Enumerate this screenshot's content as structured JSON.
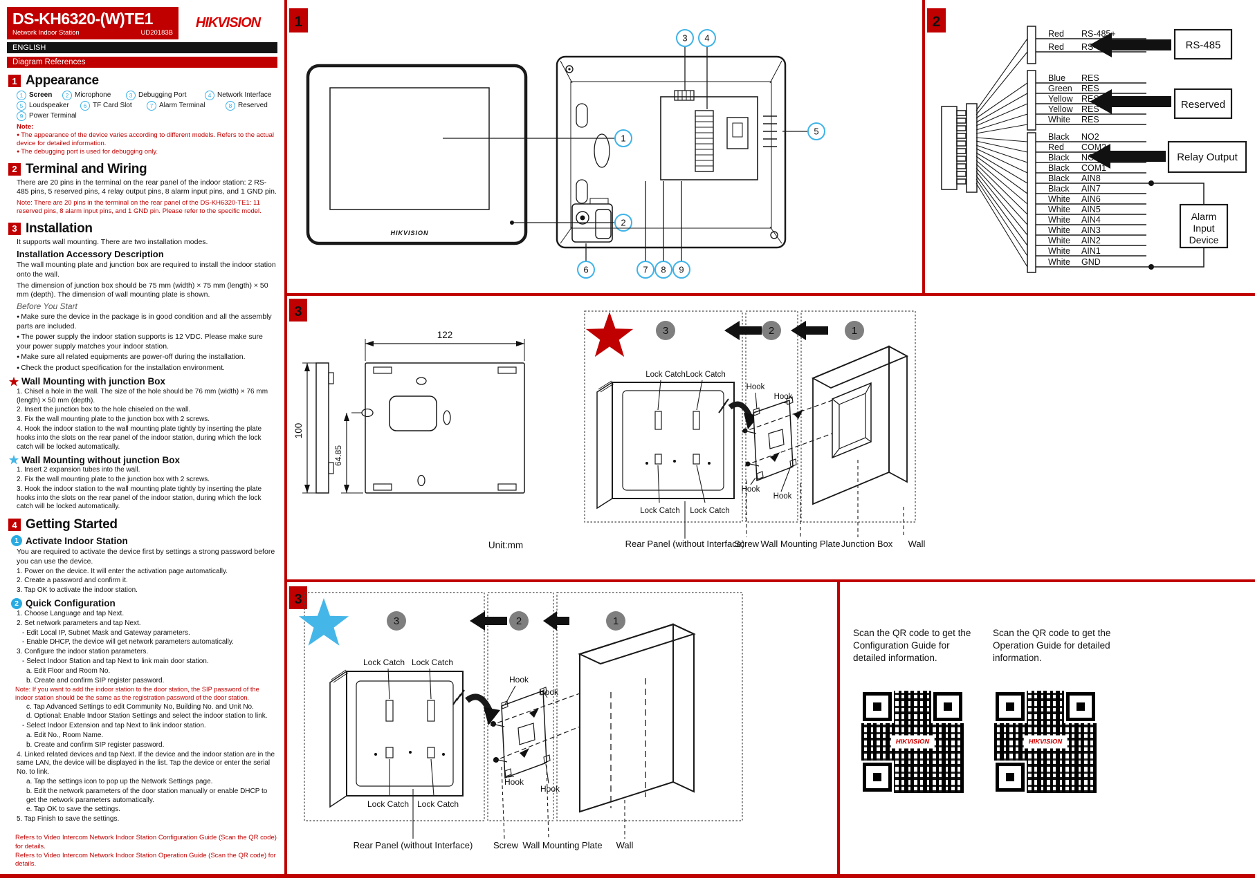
{
  "doc": {
    "model": "DS-KH6320-(W)TE1",
    "subtitle": "Network Indoor Station",
    "code": "UD20183B",
    "brand": "HIKVISION",
    "language": "ENGLISH",
    "band": "Diagram References"
  },
  "s1": {
    "num": "1",
    "title": "Appearance",
    "legend": [
      {
        "n": "1",
        "t": "Screen"
      },
      {
        "n": "2",
        "t": "Microphone"
      },
      {
        "n": "3",
        "t": "Debugging Port"
      },
      {
        "n": "4",
        "t": "Network Interface"
      },
      {
        "n": "5",
        "t": "Loudspeaker"
      },
      {
        "n": "6",
        "t": "TF Card Slot"
      },
      {
        "n": "7",
        "t": "Alarm Terminal"
      },
      {
        "n": "8",
        "t": "Reserved"
      },
      {
        "n": "9",
        "t": "Power Terminal"
      }
    ],
    "note_label": "Note:",
    "note1": "The appearance of the device varies according to different models. Refers to the actual device for detailed information.",
    "note2": "The debugging port is used for debugging only."
  },
  "s2": {
    "num": "2",
    "title": "Terminal and Wiring",
    "body": "There are 20 pins in the terminal on the rear panel of the indoor station: 2 RS-485 pins, 5 reserved pins, 4 relay output pins, 8 alarm input pins, and 1 GND pin.",
    "note": "Note: There are 20 pins in the terminal on the rear panel of the DS-KH6320-TE1: 11 reserved pins, 8 alarm input pins, and 1 GND pin. Please refer to the specific model."
  },
  "s3": {
    "num": "3",
    "title": "Installation",
    "intro": "It supports wall mounting. There are two installation modes.",
    "acc_title": "Installation Accessory Description",
    "acc1": "The wall mounting plate and junction box are required to install the indoor station onto the wall.",
    "acc2": "The dimension of junction box should be 75 mm (width) ×  75  mm (length) ×  50  mm (depth). The dimension of wall mounting plate is shown.",
    "before_title": "Before You Start",
    "b1": "Make sure the device in the package is in good condition and all the assembly parts are included.",
    "b2": "The power supply the indoor station supports is 12 VDC. Please make sure your power supply matches your indoor station.",
    "b3": "Make sure all related equipments are power-off during the installation.",
    "b4": "Check the product specification for the installation environment.",
    "wj_title": "Wall Mounting with junction Box",
    "wj1": "1. Chisel a hole in the wall. The size of the hole should be 76 mm (width) ×  76 mm (length) ×  50 mm (depth).",
    "wj2": "2. Insert the junction box to the hole chiseled on the wall.",
    "wj3": "3. Fix the wall mounting plate to the junction box with 2 screws.",
    "wj4": "4. Hook the indoor station to the wall mounting plate tightly by inserting the plate hooks into the slots on the rear panel of the indoor station, during which the lock catch will be locked automatically.",
    "woj_title": "Wall Mounting without junction Box",
    "woj1": "1. Insert 2 expansion tubes into the wall.",
    "woj2": "2. Fix the wall mounting plate to the junction box with 2 screws.",
    "woj3": "3. Hook the indoor station to the wall mounting plate tightly by inserting the plate hooks into the slots on the rear panel of the indoor station, during which the lock catch will be locked automatically."
  },
  "s4": {
    "num": "4",
    "title": "Getting Started",
    "act_num": "1",
    "act_title": "Activate Indoor Station",
    "act_body": "You are required to activate the device first by settings a strong password before you can use the device.",
    "act1": "1. Power on the device. It will enter the activation page automatically.",
    "act2": "2. Create a password and confirm it.",
    "act3": "3. Tap OK to activate the indoor station.",
    "qc_num": "2",
    "qc_title": "Quick Configuration",
    "q0": "1. Choose Language and tap Next.",
    "q1": "2. Set network parameters and tap Next.",
    "q2": "- Edit Local IP, Subnet Mask and Gateway parameters.",
    "q3": "- Enable DHCP, the device will get network parameters automatically.",
    "q4": "3. Configure the indoor station parameters.",
    "q5": "- Select Indoor Station and tap Next to link main door station.",
    "q6": "a. Edit Floor and Room No.",
    "q7": "b. Create and confirm SIP register password.",
    "qnote": "Note: If you want to add the indoor station to the door station, the SIP password of the indoor station should be the same as the registration password of the door station.",
    "q8": "c. Tap Advanced Settings to edit Community No, Building No. and Unit No.",
    "q9": "d. Optional: Enable Indoor Station Settings and select the indoor station to link.",
    "q10": "- Select Indoor Extension and tap Next to link indoor station.",
    "q11": "a. Edit No., Room Name.",
    "q12": "b. Create and confirm SIP register password.",
    "q13": "4. Linked related devices and tap Next. If the device and the indoor station are in the same LAN, the device will be displayed in the list. Tap the device or enter the serial No. to link.",
    "q14": "a. Tap the settings icon to pop up the Network Settings page.",
    "q15": "b. Edit the network parameters of the door station manually or enable DHCP to get the network parameters automatically.",
    "q16": "e. Tap OK to save the settings.",
    "q17": "5. Tap Finish to save the settings.",
    "foot1": "Refers to Video Intercom Network Indoor Station Configuration Guide (Scan the QR code) for details.",
    "foot2": "Refers to Video Intercom Network Indoor Station Operation Guide (Scan the QR code) for details."
  },
  "fig1": {
    "num": "1",
    "device_logo": "HIKVISION",
    "callouts": [
      "1",
      "2",
      "3",
      "4",
      "5",
      "6",
      "7",
      "8",
      "9"
    ]
  },
  "fig2": {
    "num": "2",
    "wires": [
      {
        "c": "Red",
        "s": "RS-485+"
      },
      {
        "c": "Red",
        "s": "RS-485-"
      },
      {
        "c": "Blue",
        "s": "RES"
      },
      {
        "c": "Green",
        "s": "RES"
      },
      {
        "c": "Yellow",
        "s": "RES"
      },
      {
        "c": "Yellow",
        "s": "RES"
      },
      {
        "c": "White",
        "s": "RES"
      },
      {
        "c": "Black",
        "s": "NO2"
      },
      {
        "c": "Red",
        "s": "COM2"
      },
      {
        "c": "Black",
        "s": "NO1"
      },
      {
        "c": "Black",
        "s": "COM1"
      },
      {
        "c": "Black",
        "s": "AIN8"
      },
      {
        "c": "Black",
        "s": "AIN7"
      },
      {
        "c": "White",
        "s": "AIN6"
      },
      {
        "c": "White",
        "s": "AIN5"
      },
      {
        "c": "White",
        "s": "AIN4"
      },
      {
        "c": "White",
        "s": "AIN3"
      },
      {
        "c": "White",
        "s": "AIN2"
      },
      {
        "c": "White",
        "s": "AIN1"
      },
      {
        "c": "White",
        "s": "GND"
      }
    ],
    "box_rs485": "RS-485",
    "box_reserved": "Reserved",
    "box_relay": "Relay Output",
    "alarm1": "Alarm",
    "alarm2": "Input",
    "alarm3": "Device"
  },
  "fig3a": {
    "num": "3",
    "dim_w": "122",
    "dim_h": "100",
    "dim_off": "64.85",
    "unit": "Unit:mm",
    "step3": "3",
    "step2": "2",
    "step1": "1",
    "lock": "Lock Catch",
    "hook": "Hook",
    "cap_rear": "Rear  Panel (without Interface)",
    "cap_screw": "Screw",
    "cap_plate": "Wall Mounting Plate",
    "cap_junction": "Junction Box",
    "cap_wall": "Wall"
  },
  "fig3b": {
    "num": "3",
    "step3": "3",
    "step2": "2",
    "step1": "1",
    "lock": "Lock Catch",
    "hook": "Hook",
    "cap_rear": "Rear  Panel (without Interface)",
    "cap_screw": "Screw",
    "cap_plate": "Wall Mounting Plate",
    "cap_wall": "Wall"
  },
  "qr": {
    "config_text": "Scan the QR code to get the Configuration Guide for detailed information.",
    "operation_text": "Scan the QR code to get the Operation Guide for detailed information.",
    "logo": "HIKVISION"
  }
}
